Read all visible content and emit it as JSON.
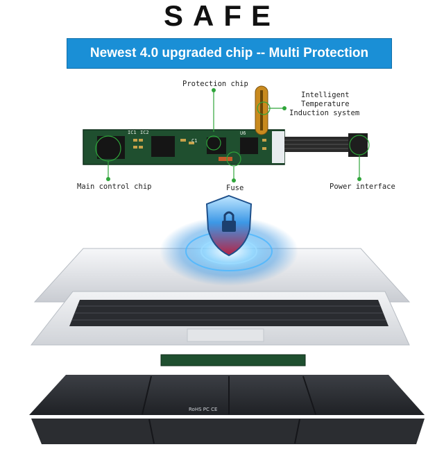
{
  "header": {
    "title": "SAFE",
    "banner": "Newest 4.0 upgraded chip  --  Multi Protection"
  },
  "callouts": {
    "protection_chip": "Protection chip",
    "temp_line1": "Intelligent",
    "temp_line2": "Temperature",
    "temp_line3": "Induction system",
    "main_control_chip": "Main control chip",
    "fuse": "Fuse",
    "power_interface": "Power interface"
  },
  "board_labels": {
    "ic1": "IC1",
    "ic2": "IC2",
    "c1": "C1",
    "u6": "U6"
  },
  "battery_label": "RoHS PC CE",
  "colors": {
    "banner_bg": "#1a8fd6",
    "pcb_green": "#1f4f2f",
    "callout_green": "#2fa53a",
    "shield_blue": "#3ba7f0",
    "battery_dark": "#2b2d31"
  }
}
